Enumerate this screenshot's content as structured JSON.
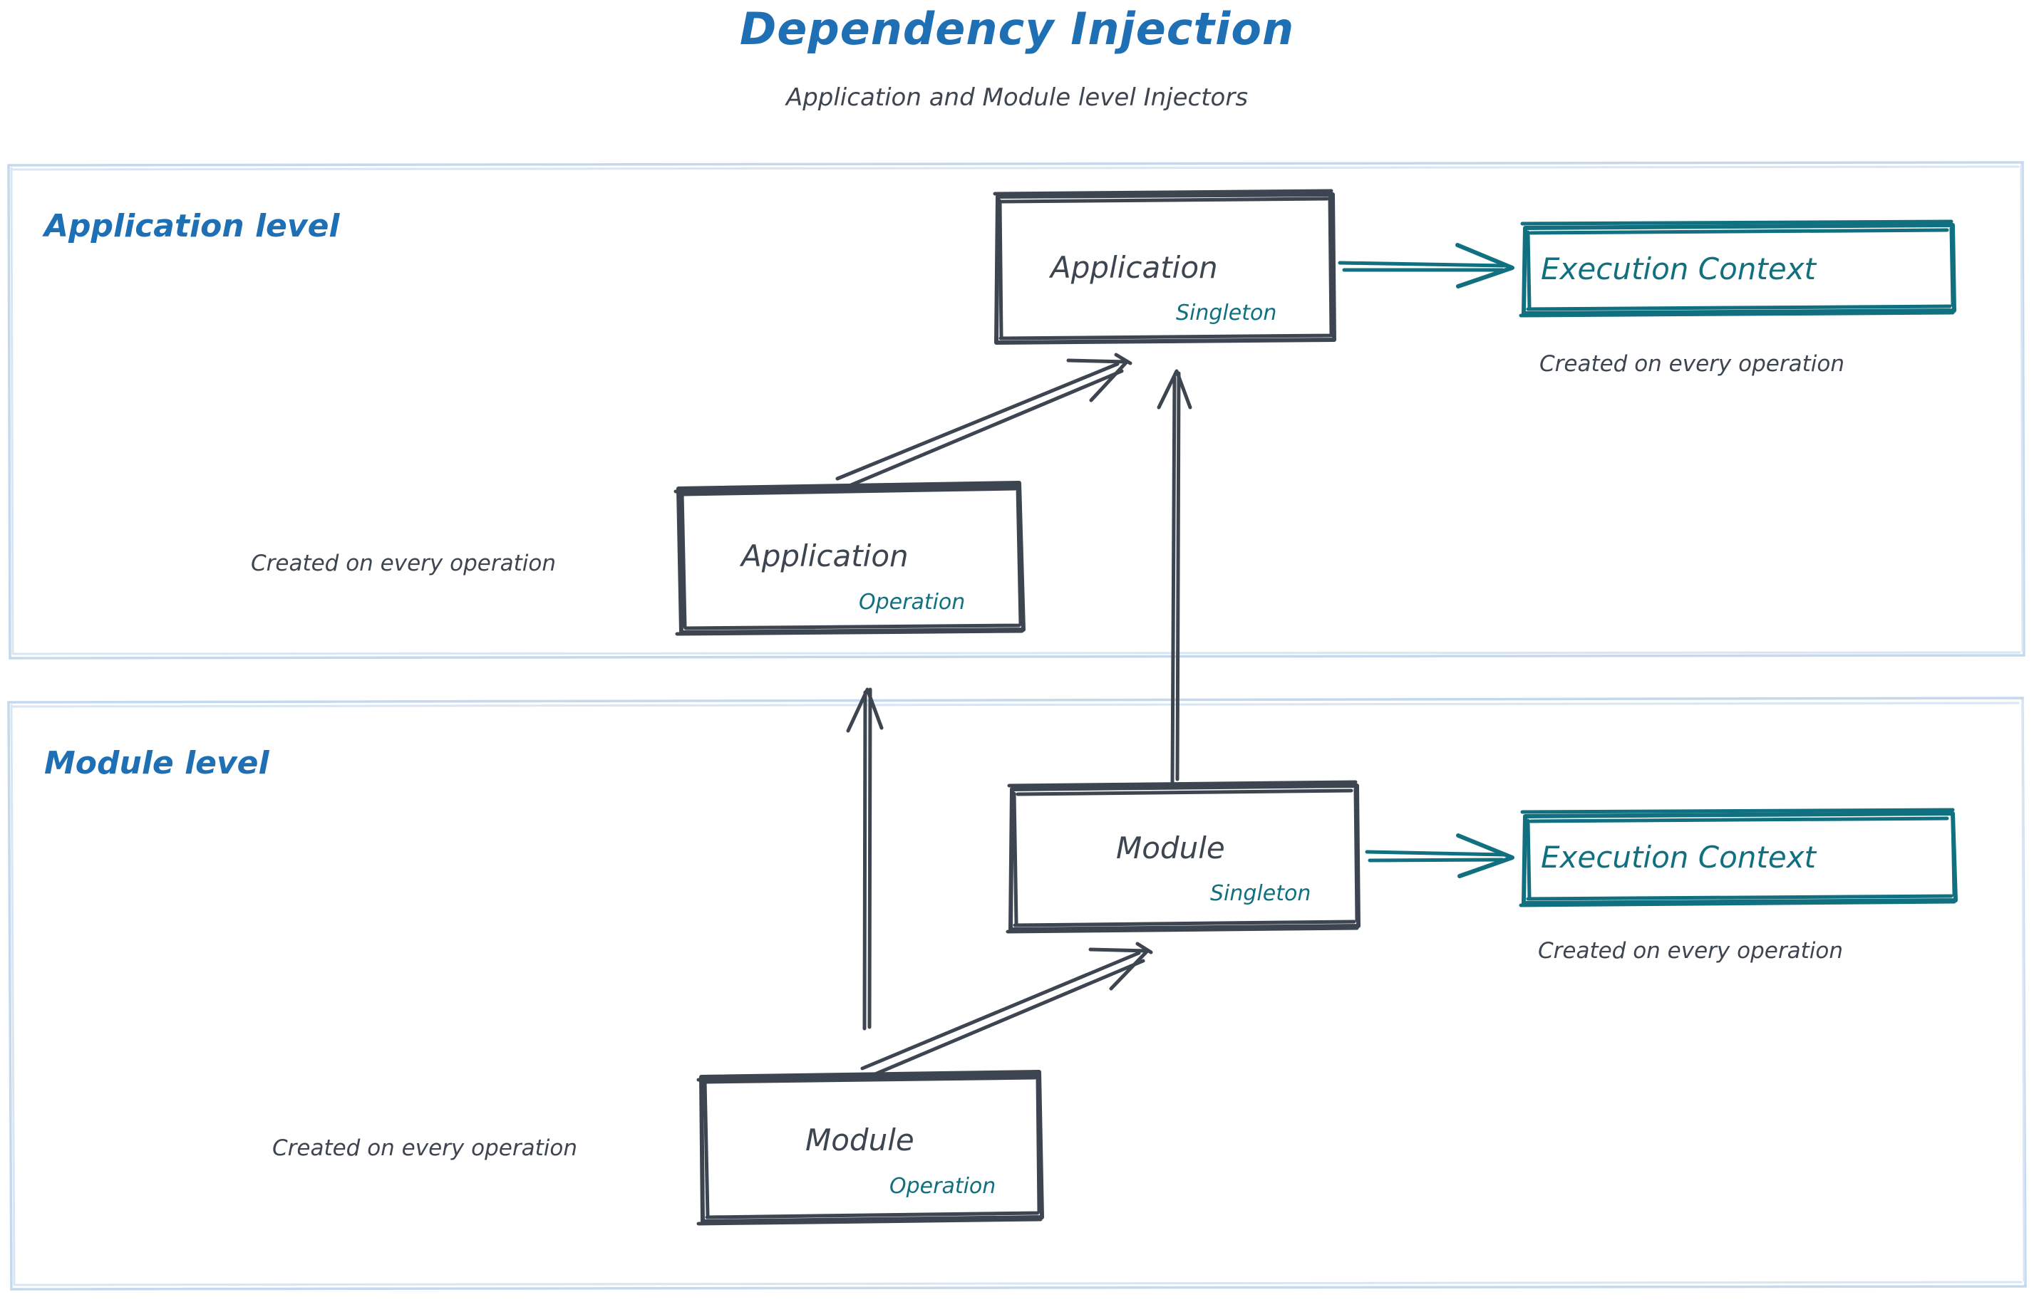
{
  "header": {
    "title": "Dependency Injection",
    "subtitle": "Application and Module level Injectors"
  },
  "colors": {
    "title_blue": "#1f6fb5",
    "label_blue": "#1f6fb5",
    "node_stroke": "#3d4550",
    "teal": "#11707f",
    "container_border": "#c5d9ee",
    "background": "#ffffff"
  },
  "sections": [
    {
      "id": "application-level",
      "label": "Application level",
      "nodes": [
        {
          "id": "application-singleton",
          "title": "Application",
          "scope": "Singleton",
          "style": "sketch-box"
        },
        {
          "id": "application-operation",
          "title": "Application",
          "scope": "Operation",
          "style": "sketch-box",
          "note": "Created on every operation"
        },
        {
          "id": "execution-context-application",
          "title": "Execution Context",
          "style": "teal-box",
          "note": "Created on every operation"
        }
      ]
    },
    {
      "id": "module-level",
      "label": "Module level",
      "nodes": [
        {
          "id": "module-singleton",
          "title": "Module",
          "scope": "Singleton",
          "style": "sketch-box"
        },
        {
          "id": "module-operation",
          "title": "Module",
          "scope": "Operation",
          "style": "sketch-box",
          "note": "Created on every operation"
        },
        {
          "id": "execution-context-module",
          "title": "Execution Context",
          "style": "teal-box",
          "note": "Created on every operation"
        }
      ]
    }
  ],
  "notes": {
    "ctx_application": "Created on every operation",
    "ctx_module": "Created on every operation",
    "application_operation": "Created on every operation",
    "module_operation": "Created on every operation"
  },
  "connections": [
    {
      "id": "app-singleton-to-ctx",
      "from": "application-singleton",
      "to": "execution-context-application",
      "color": "#11707f",
      "direction": "right"
    },
    {
      "id": "app-operation-to-singleton",
      "from": "application-operation",
      "to": "application-singleton",
      "color": "#3d4550",
      "direction": "up-right"
    },
    {
      "id": "module-singleton-to-app",
      "from": "module-singleton",
      "to": "application-singleton",
      "color": "#3d4550",
      "direction": "up"
    },
    {
      "id": "module-operation-to-app",
      "from": "module-operation",
      "to": "application-operation-area",
      "color": "#3d4550",
      "direction": "up"
    },
    {
      "id": "mod-singleton-to-ctx",
      "from": "module-singleton",
      "to": "execution-context-module",
      "color": "#11707f",
      "direction": "right"
    },
    {
      "id": "mod-operation-to-singleton",
      "from": "module-operation",
      "to": "module-singleton",
      "color": "#3d4550",
      "direction": "up-right"
    }
  ]
}
